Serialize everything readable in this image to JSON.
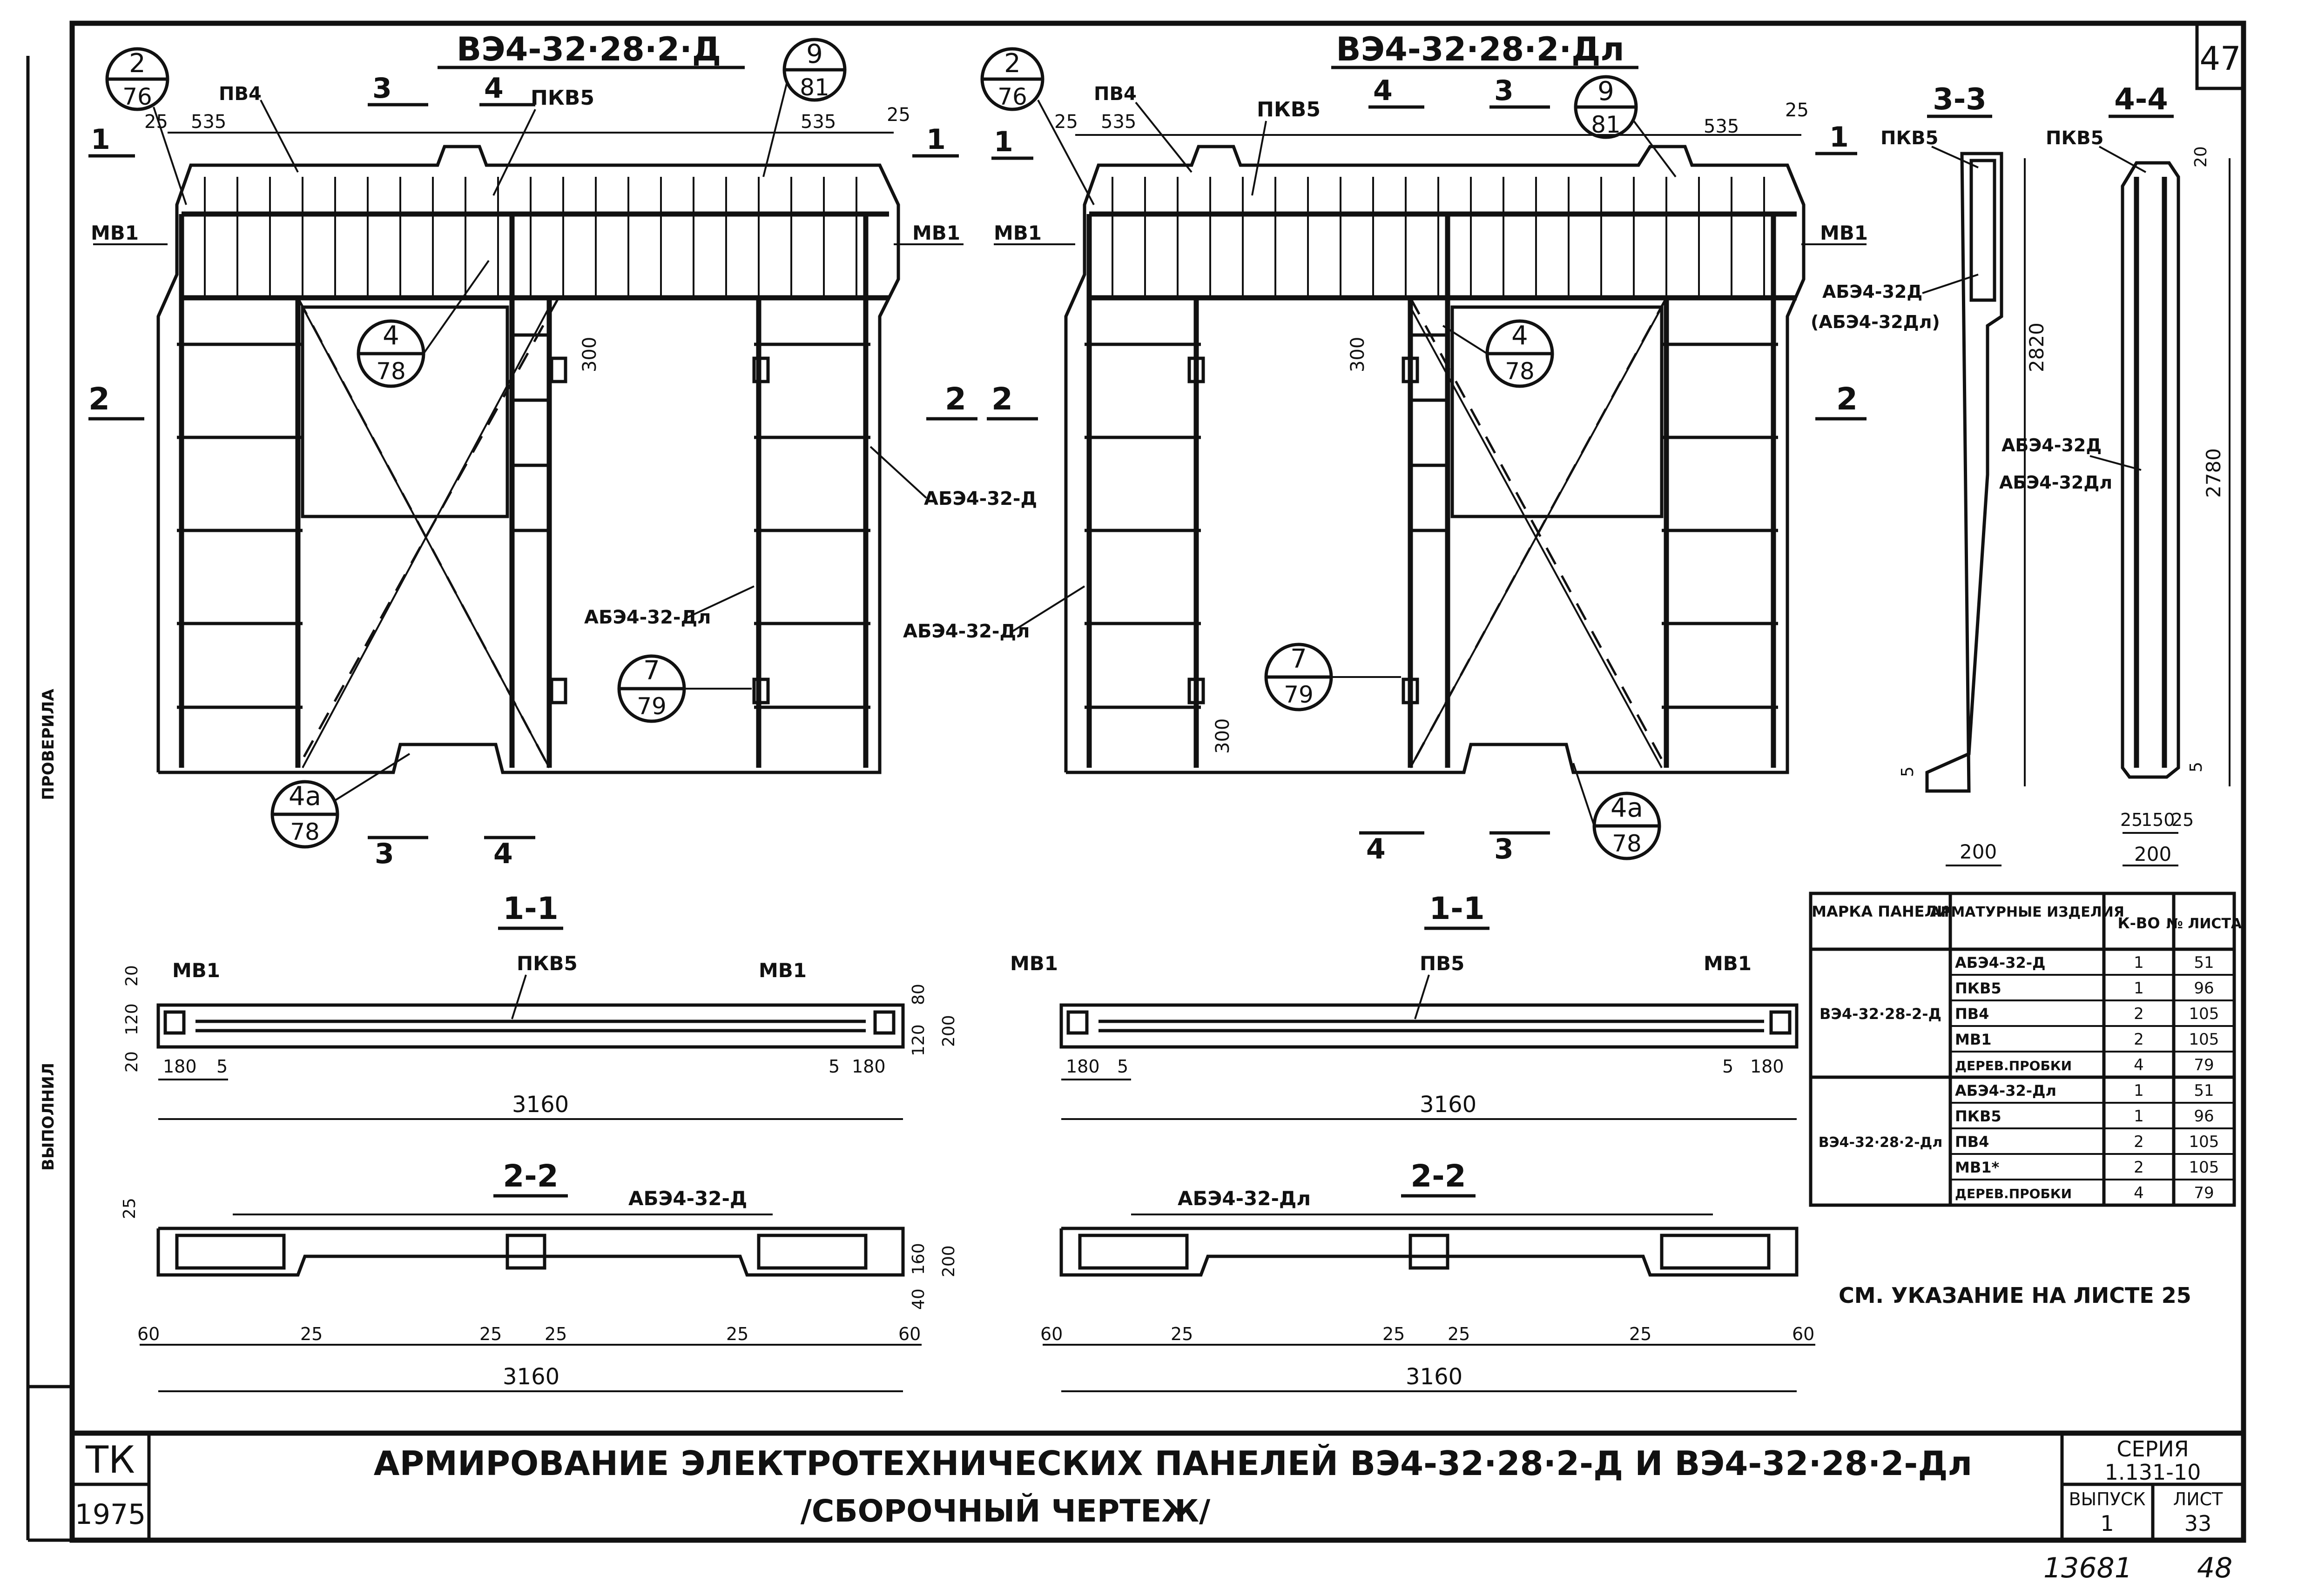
{
  "sheet_number": "47",
  "views": {
    "left": {
      "title": "ВЭ4-32·28·2·Д",
      "callouts": [
        {
          "top": "2",
          "bottom": "76"
        },
        {
          "top": "9",
          "bottom": "81"
        },
        {
          "top": "4",
          "bottom": "78"
        },
        {
          "top": "7",
          "bottom": "79"
        },
        {
          "top": "4а",
          "bottom": "78"
        }
      ],
      "labels": {
        "pv4": "ПВ4",
        "pkv5": "ПКВ5",
        "mv1_left": "МВ1",
        "mv1_right": "МВ1",
        "ab_a": "АБЭ4-32-Д",
        "ab_dl": "АБЭ4-32-Дл"
      },
      "dims": {
        "d25a": "25",
        "d535a": "535",
        "d535b": "535",
        "d25b": "25",
        "d300": "300"
      },
      "sections": {
        "s1l": "1",
        "s1r": "1",
        "s2l": "2",
        "s2r": "2",
        "s3t": "3",
        "s4t": "4",
        "s3b": "3",
        "s4b": "4"
      }
    },
    "right": {
      "title": "ВЭ4-32·28·2·Дл",
      "callouts": [
        {
          "top": "2",
          "bottom": "76"
        },
        {
          "top": "9",
          "bottom": "81"
        },
        {
          "top": "4",
          "bottom": "78"
        },
        {
          "top": "7",
          "bottom": "79"
        },
        {
          "top": "4а",
          "bottom": "78"
        }
      ],
      "labels": {
        "pv4": "ПВ4",
        "pkv5": "ПКВ5",
        "mv1_left": "МВ1",
        "mv1_right": "МВ1",
        "ab_dl_left": "АБЭ4-32-Дл"
      },
      "dims": {
        "d25a": "25",
        "d535a": "535",
        "d535b": "535",
        "d25b": "25",
        "d300a": "300",
        "d300b": "300"
      },
      "sections": {
        "s1l": "1",
        "s1r": "1",
        "s2l": "2",
        "s2r": "2",
        "s4t": "4",
        "s3t": "3",
        "s4b": "4",
        "s3b": "3"
      }
    }
  },
  "section_3_3": {
    "title": "3-3",
    "pkv5": "ПКВ5",
    "ab1": "АБЭ4-32Д",
    "ab2": "(АБЭ4-32Дл)",
    "h": "2820",
    "w": "200",
    "d5": "5"
  },
  "section_4_4": {
    "title": "4-4",
    "pkv5": "ПКВ5",
    "ab1": "АБЭ4-32Д",
    "ab2": "АБЭ4-32Дл",
    "h": "2780",
    "d20": "20",
    "w": "200",
    "w1": "25",
    "w2": "150",
    "w3": "25",
    "d5": "5"
  },
  "sec11_left": {
    "title": "1-1",
    "mv1a": "МВ1",
    "mv1b": "МВ1",
    "pkv5": "ПКВ5",
    "len": "3160",
    "d180a": "180",
    "d180b": "180",
    "d5a": "5",
    "d5b": "5",
    "d20a": "20",
    "d120": "120",
    "d20b": "20",
    "h80": "80",
    "h120": "120",
    "h200": "200"
  },
  "sec11_right": {
    "title": "1-1",
    "mv1a": "МВ1",
    "mv1b": "МВ1",
    "pv5": "ПВ5",
    "len": "3160",
    "d180a": "180",
    "d180b": "180",
    "d5a": "5",
    "d5b": "5"
  },
  "sec22_left": {
    "title": "2-2",
    "ab": "АБЭ4-32-Д",
    "len": "3160",
    "d25": "25",
    "d60a": "60",
    "d60b": "60",
    "d25b": "25",
    "d25c": "25",
    "d25d": "25",
    "d25e": "25",
    "h160": "160",
    "h40": "40",
    "h200": "200"
  },
  "sec22_right": {
    "title": "2-2",
    "ab": "АБЭ4-32-Дл",
    "len": "3160",
    "d60a": "60",
    "d60b": "60",
    "d25b": "25",
    "d25c": "25",
    "d25d": "25",
    "d25e": "25"
  },
  "table": {
    "headers": [
      "МАРКА ПАНЕЛИ",
      "АРМАТУРНЫЕ ИЗДЕЛИЯ",
      "К-ВО",
      "№ ЛИСТА"
    ],
    "groups": [
      {
        "mark": "ВЭ4-32·28-2-Д",
        "rows": [
          [
            "АБЭ4-32-Д",
            "1",
            "51"
          ],
          [
            "ПКВ5",
            "1",
            "96"
          ],
          [
            "ПВ4",
            "2",
            "105"
          ],
          [
            "МВ1",
            "2",
            "105"
          ],
          [
            "ДЕРЕВ.ПРОБКИ",
            "4",
            "79"
          ]
        ]
      },
      {
        "mark": "ВЭ4-32·28·2-Дл",
        "rows": [
          [
            "АБЭ4-32-Дл",
            "1",
            "51"
          ],
          [
            "ПКВ5",
            "1",
            "96"
          ],
          [
            "ПВ4",
            "2",
            "105"
          ],
          [
            "МВ1*",
            "2",
            "105"
          ],
          [
            "ДЕРЕВ.ПРОБКИ",
            "4",
            "79"
          ]
        ]
      }
    ]
  },
  "note": "СМ. УКАЗАНИЕ НА ЛИСТЕ 25",
  "title_block": {
    "org": "ТК",
    "year": "1975",
    "title_line1": "АРМИРОВАНИЕ ЭЛЕКТРОТЕХНИЧЕСКИХ ПАНЕЛЕЙ ВЭ4-32·28·2-Д И ВЭ4-32·28·2-Дл",
    "title_line2": "/СБОРОЧНЫЙ ЧЕРТЕЖ/",
    "series_label": "СЕРИЯ",
    "series_value": "1.131-10",
    "issue_label": "ВЫПУСК",
    "issue_value": "1",
    "sheet_label": "ЛИСТ",
    "sheet_value": "33"
  },
  "handwritten": {
    "num1": "13681",
    "num2": "48"
  },
  "margin_text": {
    "a": "ПРОВЕРИЛА",
    "b": "ВЫПОЛНИЛ"
  }
}
